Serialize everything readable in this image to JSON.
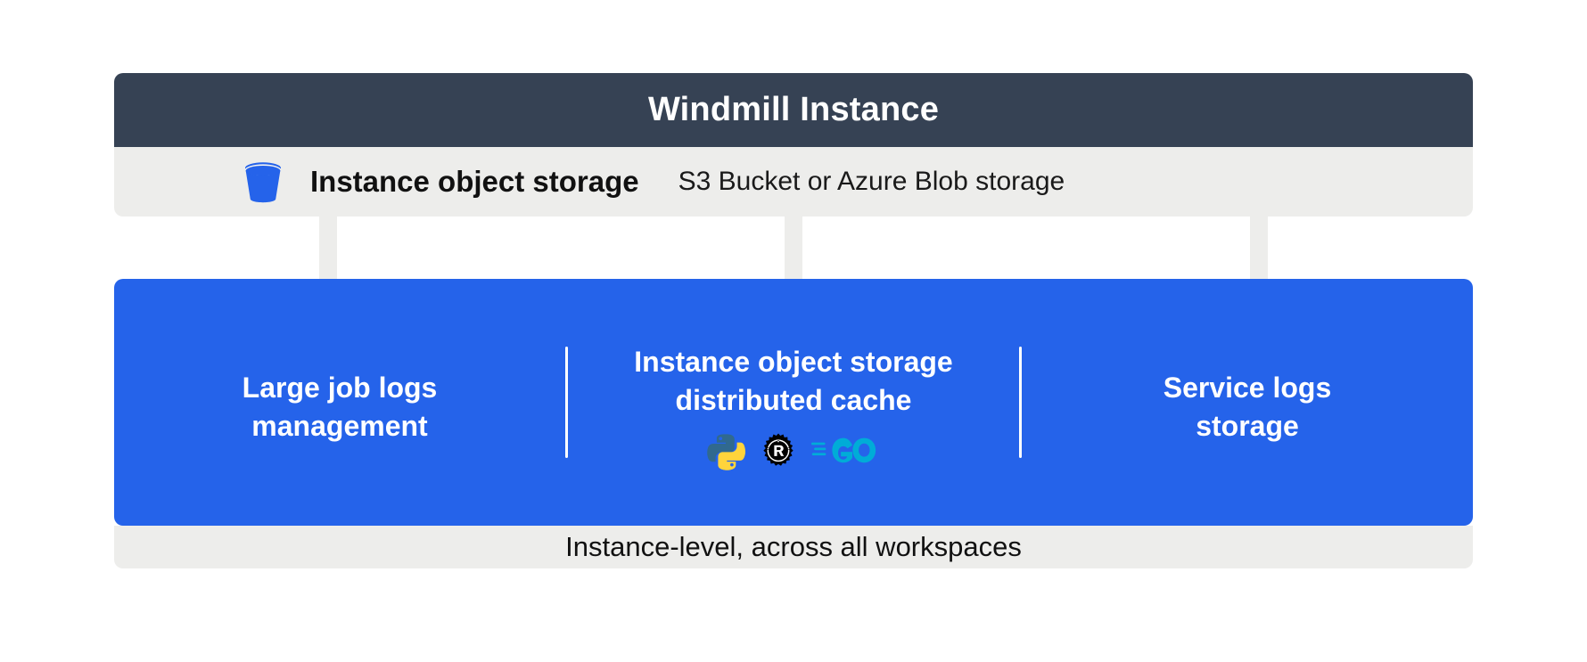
{
  "diagram": {
    "header": {
      "title": "Windmill Instance",
      "bg_color": "#364254",
      "text_color": "#ffffff"
    },
    "storage_row": {
      "icon": "bucket-icon",
      "title": "Instance object storage",
      "subtitle": "S3 Bucket or Azure Blob storage",
      "bg_color": "#ededeb"
    },
    "connectors": [
      {
        "name": "arrow-to-large-job-logs",
        "direction": "down",
        "color": "#ededeb"
      },
      {
        "name": "arrow-to-distributed-cache",
        "direction": "down",
        "color": "#ededeb"
      },
      {
        "name": "arrow-to-service-logs",
        "direction": "down",
        "color": "#ededeb"
      }
    ],
    "panel": {
      "bg_color": "#2563ea",
      "text_color": "#ffffff",
      "columns": [
        {
          "id": "large-job-logs-management",
          "title": "Large job logs\nmanagement",
          "languages": []
        },
        {
          "id": "instance-object-storage-distributed-cache",
          "title": "Instance object storage\ndistributed cache",
          "languages": [
            {
              "name": "python-logo",
              "label": "Python",
              "colors": [
                "#30698f",
                "#ffd43b"
              ]
            },
            {
              "name": "rust-logo",
              "label": "Rust",
              "colors": [
                "#000000"
              ]
            },
            {
              "name": "go-logo",
              "label": "Go",
              "colors": [
                "#00acd7"
              ]
            }
          ]
        },
        {
          "id": "service-logs-storage",
          "title": "Service logs\nstorage",
          "languages": []
        }
      ]
    },
    "footer": {
      "text": "Instance-level, across all workspaces",
      "bg_color": "#ededeb"
    }
  }
}
